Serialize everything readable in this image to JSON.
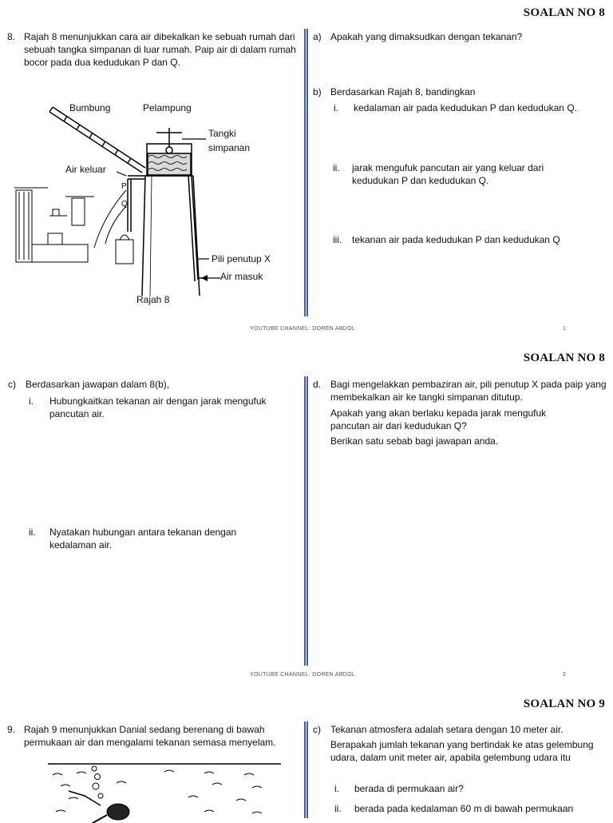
{
  "page1": {
    "header": "SOALAN NO 8",
    "q8_num": "8.",
    "q8_text": "Rajah 8 menunjukkan cara air dibekalkan ke sebuah rumah dari sebuah tangka simpanan di luar rumah. Paip air di dalam rumah bocor pada dua kedudukan P dan Q.",
    "figure": {
      "bumbung": "Bumbung",
      "pelampung": "Pelampung",
      "tangki1": "Tangki",
      "tangki2": "simpanan",
      "air_keluar": "Air keluar",
      "p": "P",
      "q": "Q",
      "pili": "Pili penutup X",
      "air_masuk": "Air masuk",
      "caption": "Rajah 8"
    },
    "a_num": "a)",
    "a_text": "Apakah yang dimaksudkan dengan tekanan?",
    "b_num": "b)",
    "b_text": "Berdasarkan Rajah 8, bandingkan",
    "b_i_num": "i.",
    "b_i_text": "kedalaman air pada kedudukan P dan kedudukan Q.",
    "b_ii_num": "ii.",
    "b_ii_text": "jarak mengufuk pancutan air yang keluar dari kedudukan P dan kedudukan Q.",
    "b_iii_num": "iii.",
    "b_iii_text": "tekanan air pada kedudukan P dan kedudukan Q",
    "footer": "YOUTUBE CHANNEL: DOREN ABDOL",
    "page_no": "1"
  },
  "page2": {
    "header": "SOALAN NO  8",
    "c_num": "c)",
    "c_text": "Berdasarkan jawapan dalam 8(b),",
    "c_i_num": "i.",
    "c_i_text": "Hubungkaitkan tekanan air dengan jarak mengufuk pancutan air.",
    "c_ii_num": "ii.",
    "c_ii_text": "Nyatakan hubungan antara tekanan dengan kedalaman air.",
    "d_num": "d.",
    "d_text1": "Bagi mengelakkan pembaziran air, pili penutup X pada paip yang membekalkan air ke tangki simpanan ditutup.",
    "d_text2": "Apakah yang akan berlaku kepada jarak mengufuk pancutan air dari kedudukan Q?",
    "d_text3": "Berikan satu sebab bagi jawapan anda.",
    "footer": "YOUTUBE CHANNEL: DOREN ABDOL",
    "page_no": "2"
  },
  "page3": {
    "header": "SOALAN NO 9",
    "q9_num": "9.",
    "q9_text": "Rajah 9 menunjukkan Danial sedang berenang di bawah permukaan air dan mengalami tekanan semasa menyelam.",
    "c_num": "c)",
    "c_text1": "Tekanan atmosfera adalah setara dengan 10 meter air.",
    "c_text2": "Berapakah jumlah tekanan yang bertindak ke atas gelembung udara, dalam unit meter air, apabila gelembung udara itu",
    "c_i_num": "i.",
    "c_i_text": "berada di permukaan air?",
    "c_ii_num": "ii.",
    "c_ii_text": "berada pada kedalaman 60 m di bawah permukaan"
  }
}
